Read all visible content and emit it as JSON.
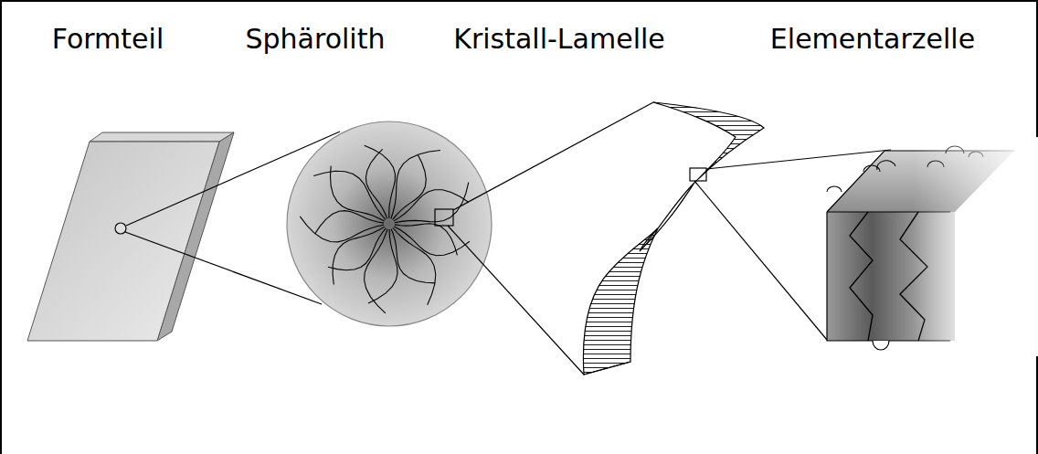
{
  "diagram": {
    "labels": [
      "Formteil",
      "Sphärolith",
      "Kristall-Lamelle",
      "Elementarzelle"
    ]
  }
}
